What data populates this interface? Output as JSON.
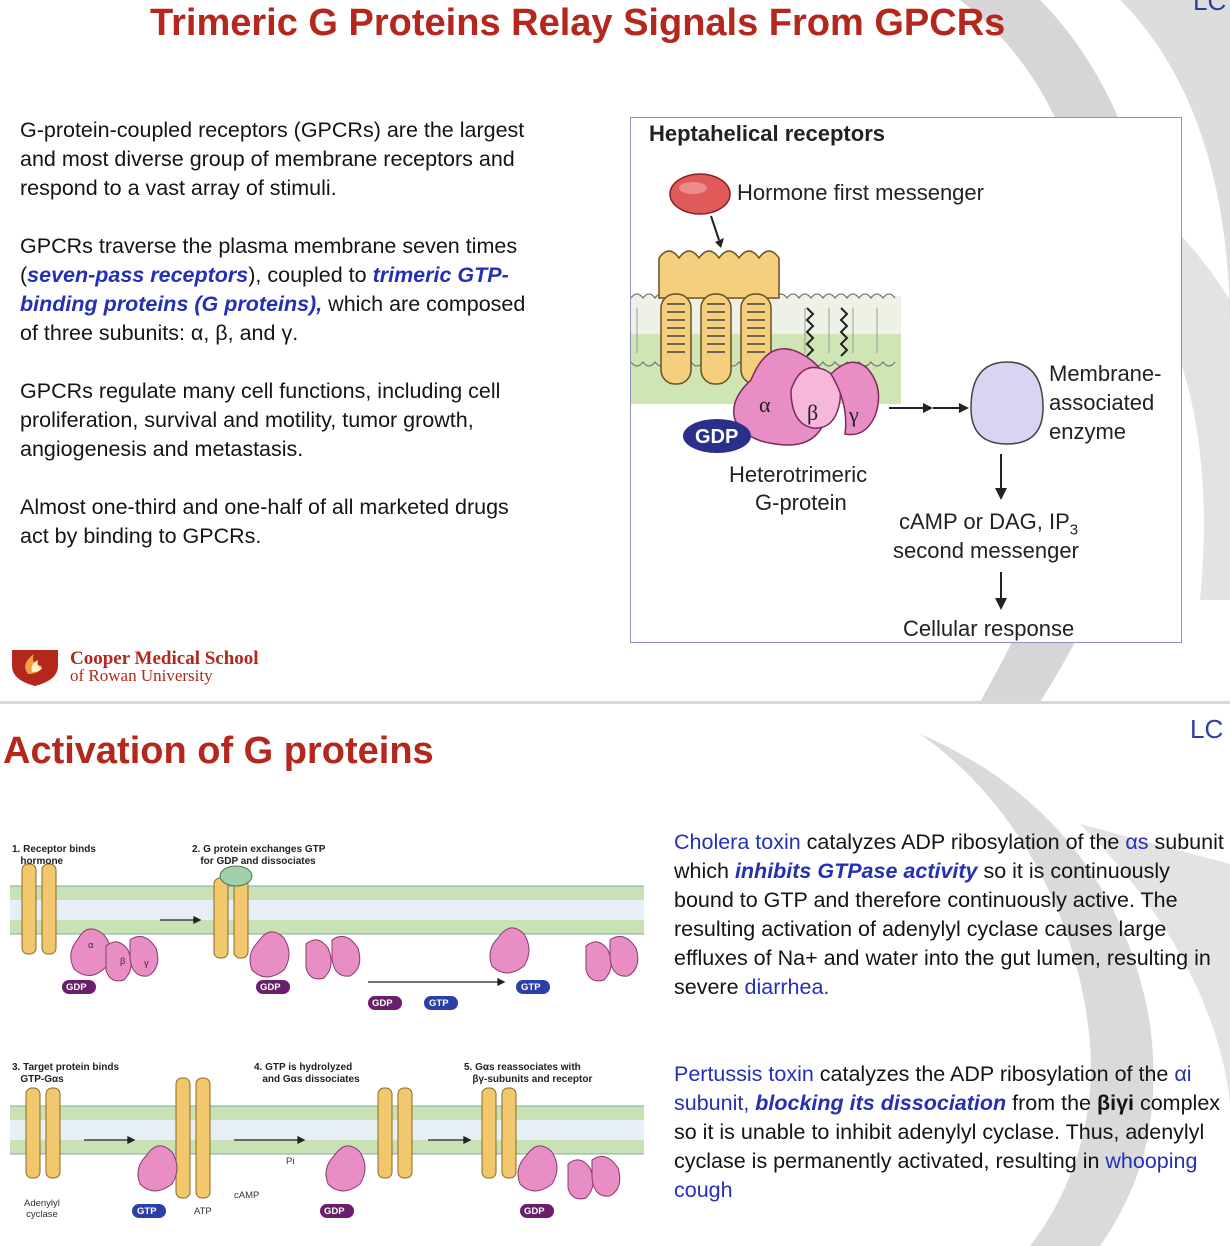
{
  "slide1": {
    "corner_text": "LC",
    "title": "Trimeric G Proteins Relay Signals From GPCRs",
    "paragraphs": {
      "p1": "G-protein-coupled receptors (GPCRs) are the largest and most diverse group of membrane receptors and respond to a vast array of stimuli.",
      "p2_a": "GPCRs traverse the plasma membrane seven times (",
      "p2_b": "seven-pass receptors",
      "p2_c": "), coupled to ",
      "p2_d": "trimeric GTP-binding proteins (G proteins),",
      "p2_e": " which are composed of three subunits: α, β, and γ.",
      "p3": "GPCRs regulate many cell functions, including cell proliferation, survival and motility, tumor growth, angiogenesis and metastasis.",
      "p4": "Almost one-third and one-half of all marketed drugs act by binding to GPCRs."
    },
    "diagram": {
      "heading": "Heptahelical receptors",
      "hormone": "Hormone first messenger",
      "alpha": "α",
      "beta": "β",
      "gamma": "γ",
      "gdp": "GDP",
      "gprotein_line1": "Heterotrimeric",
      "gprotein_line2": "G-protein",
      "enzyme_line1": "Membrane-",
      "enzyme_line2": "associated",
      "enzyme_line3": "enzyme",
      "second_line1": "cAMP or DAG, IP",
      "second_sub": "3",
      "second_line2": "second messenger",
      "response": "Cellular response"
    },
    "logo": {
      "line1": "Cooper Medical School",
      "line2": "of Rowan University"
    }
  },
  "slide2": {
    "corner_text": "LC",
    "title": "Activation of G proteins",
    "steps": {
      "s1": "1. Receptor binds\n   hormone",
      "s2": "2. G protein exchanges GTP\n   for GDP and dissociates",
      "s3": "3. Target protein binds\n   GTP-Gαs",
      "s4": "4. GTP is hydrolyzed\n   and Gαs dissociates",
      "s5": "5. Gαs reassociates with\n   βγ-subunits and receptor"
    },
    "labels": {
      "gdp": "GDP",
      "gtp": "GTP",
      "alpha": "α",
      "beta": "β",
      "gamma": "γ",
      "adenylyl": "Adenylyl\ncyclase",
      "atp": "ATP",
      "camp": "cAMP",
      "pi": "Pi"
    },
    "cholera": {
      "a": "Cholera toxin",
      "b": " catalyzes ADP ribosylation of the ",
      "c": "αs",
      "d": " subunit which ",
      "e": "inhibits GTPase activity",
      "f": " so it is continuously bound to GTP and therefore continuously active. The resulting activation of adenylyl cyclase causes large effluxes of Na+ and water into the gut lumen, resulting in severe ",
      "g": "diarrhea."
    },
    "pertussis": {
      "a": "Pertussis toxin",
      "b": " catalyzes the ADP ribosylation of the ",
      "c": "αi subunit, ",
      "d": "blocking its dissociation",
      "e": " from the ",
      "f": "βiγi",
      "g": " complex so it is unable to inhibit adenylyl cyclase. Thus, adenylyl cyclase is permanently activated, resulting in ",
      "h": "whooping cough"
    }
  },
  "colors": {
    "title_red": "#b3271c",
    "accent_blue": "#2330b5",
    "receptor_yellow": "#f2c86e",
    "gprotein_pink": "#e88ec4",
    "gdp_navy": "#2a2f8a",
    "membrane_green": "#cfe6b4"
  }
}
